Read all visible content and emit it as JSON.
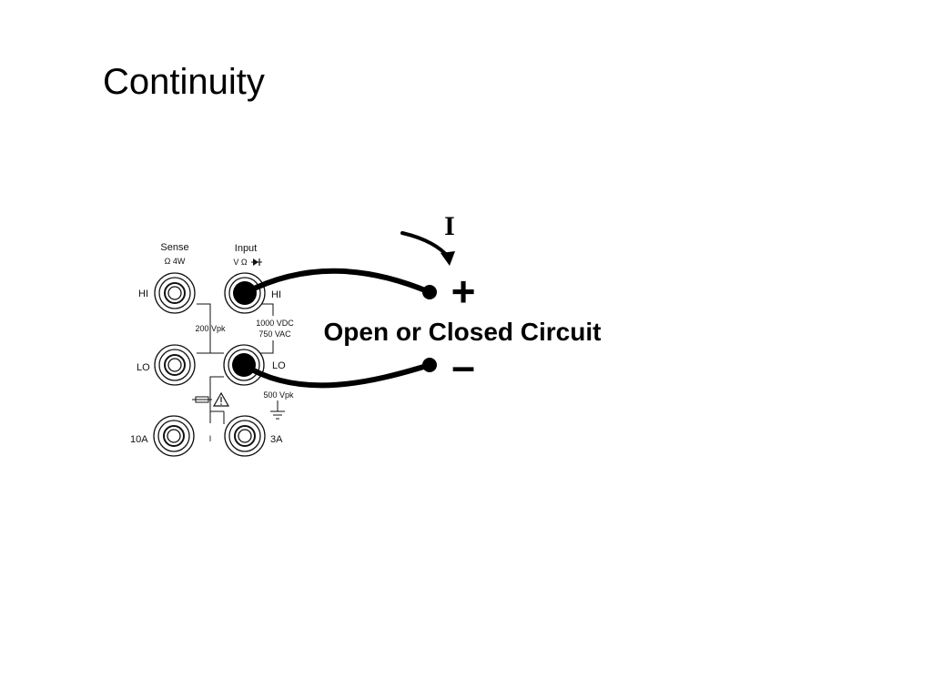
{
  "slide": {
    "title": "Continuity"
  },
  "panel": {
    "sense_header": "Sense",
    "sense_sub": "Ω 4W",
    "input_header": "Input",
    "input_sub": "V Ω",
    "hi_left": "HI",
    "hi_right": "HI",
    "lo_left": "LO",
    "lo_right": "LO",
    "rating_200": "200 Vpk",
    "rating_1000": "1000 VDC",
    "rating_750": "750 VAC",
    "rating_500": "500 Vpk",
    "label_10a": "10A",
    "label_3a": "3A",
    "label_i": "I"
  },
  "circuit": {
    "current_label": "I",
    "plus_label": "+",
    "minus_label": "–",
    "device_label": "Open or Closed Circuit"
  }
}
